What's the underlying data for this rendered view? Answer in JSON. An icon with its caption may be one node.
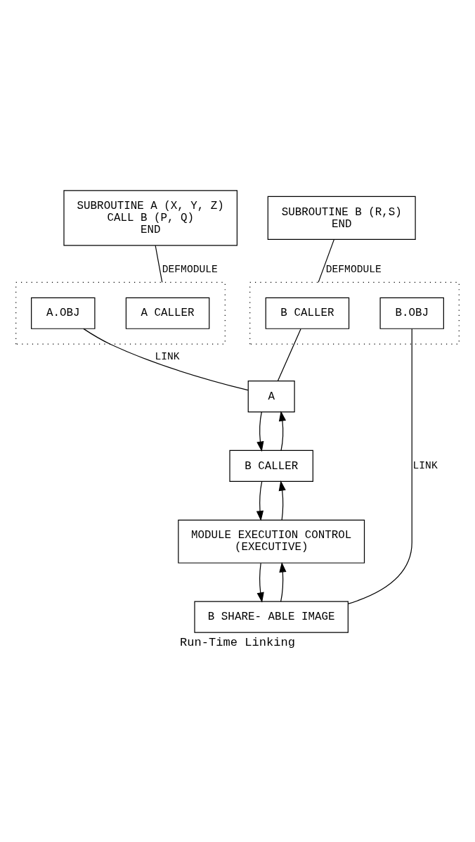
{
  "diagram": {
    "caption": "Run-Time Linking",
    "nodes": [
      {
        "text": [
          "SUBROUTINE A (X, Y, Z)",
          "CALL B (P, Q)",
          "END"
        ]
      },
      {
        "text": [],
        "shape": "box"
      },
      {
        "text": [
          "A CALLER"
        ],
        "in": 1
      },
      {
        "text": [
          "A.OBJ"
        ],
        "in": 1
      },
      {
        "text": [
          "SUBROUTINE B (R,S)",
          "END"
        ]
      },
      {
        "text": [],
        "shape": "box"
      },
      {
        "text": [
          "B CALLER"
        ],
        "in": 5
      },
      {
        "text": [
          "B.OBJ"
        ],
        "in": 5
      },
      {
        "text": [
          "B SHARE- ABLE IMAGE"
        ]
      },
      {
        "text": [
          "A"
        ]
      },
      {
        "text": [
          "B CALLER"
        ]
      },
      {
        "text": [
          "MODULE EXECUTION CONTROL",
          "(EXECUTIVE)"
        ]
      }
    ],
    "edges": [
      {
        "from": 0,
        "to": 1,
        "arrow": "none",
        "label": "DEFMODULE"
      },
      {
        "from": 4,
        "to": 5,
        "arrow": "none",
        "label": "DEFMODULE"
      },
      {
        "from": 3,
        "to": 9,
        "arrow": "none",
        "label": "LINK"
      },
      {
        "from": 6,
        "to": 9,
        "arrow": "none"
      },
      {
        "from": 7,
        "to": 8,
        "arrow": "none",
        "label": "LINK"
      },
      {
        "from": 11,
        "to": 8,
        "arrow": "to"
      },
      {
        "from": 8,
        "to": 11,
        "arrow": "to"
      },
      {
        "from": 10,
        "to": 11,
        "arrow": "to"
      },
      {
        "from": 11,
        "to": 10,
        "arrow": "to"
      },
      {
        "from": 9,
        "to": 10,
        "arrow": "to"
      },
      {
        "from": 10,
        "to": 9,
        "arrow": "to"
      }
    ]
  }
}
